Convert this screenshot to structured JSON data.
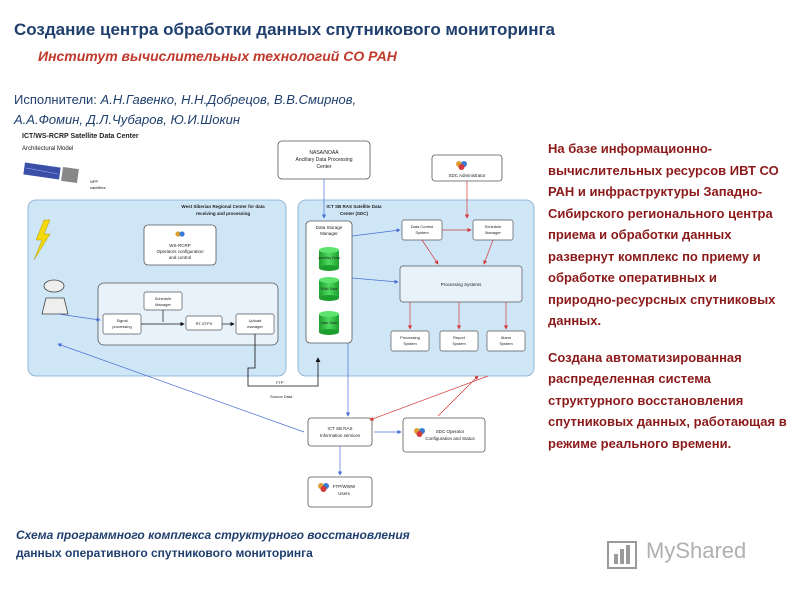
{
  "header": {
    "title": "Создание центра обработки данных спутникового мониторинга",
    "subtitle": "Институт вычислительных технологий СО РАН"
  },
  "authors": {
    "label": "Исполнители:",
    "line1": "А.Н.Гавенко, Н.Н.Добрецов, В.В.Смирнов,",
    "line2": "А.А.Фомин, Д.Л.Чубаров, Ю.И.Шокин"
  },
  "right_text": {
    "p1": "На базе информационно-вычислительных ресурсов ИВТ СО РАН и инфраструктуры Западно-Сибирского регионального центра приема и обработки данных развернут комплекс по приему и обработке оперативных и природно-ресурсных спутниковых данных.",
    "p2": "Создана автоматизированная распределенная система структурного восстановления спутниковых данных, работающая в режиме реального времени."
  },
  "caption": {
    "line1": "Схема программного комплекса структурного восстановления",
    "line2": "данных оперативного спутникового мониторинга"
  },
  "diagram": {
    "heading": "ICT/WS-RCRP Satellite Data Center",
    "subheading": "Architectural Model",
    "satellite_label_1": "NPP",
    "satellite_label_2": "satellites",
    "nasa_box_1": "NASA/NOAA",
    "nasa_box_2": "Ancillary Data Processing",
    "nasa_box_3": "Center",
    "sdc_admin": "SDC Administrator",
    "west_center_1": "West Siberian Regional Center for data",
    "west_center_2": "receiving and processing",
    "sdc_title_1": "ICT SB RAS Satellite Data",
    "sdc_title_2": "Center (SDC)",
    "ws_rcrp_1": "WS-RCRP",
    "ws_rcrp_2": "Operators configuration",
    "ws_rcrp_3": "and control",
    "data_storage_1": "Data Storage",
    "data_storage_2": "Manager",
    "db_1": "Ancillary Data",
    "db_2": "RAW Data",
    "db_3": "User Data",
    "data_control_1": "Data Control",
    "data_control_2": "System",
    "schedule_mgr_1": "Schedule",
    "schedule_mgr_2": "Manager",
    "processing_systems": "Processing Systems",
    "schedule_mgr_left_1": "Schedule",
    "schedule_mgr_left_2": "Manager",
    "signal_proc_1": "Signal",
    "signal_proc_2": "processing",
    "rt_stps": "RT-STPS",
    "upload_mgr_1": "Upload",
    "upload_mgr_2": "manager",
    "proc_system_1": "Processing",
    "proc_system_2": "System",
    "report_system_1": "Report",
    "report_system_2": "System",
    "alarm_system_1": "Alarm",
    "alarm_system_2": "System",
    "ftp": "FTP",
    "source_data": "Source Data",
    "info_services_1": "ICT SB RAS",
    "info_services_2": "Information services",
    "sdc_operator_1": "SDC Operator",
    "sdc_operator_2": "Configuration and Status",
    "ftp_users_1": "FTP/WWW",
    "ftp_users_2": "Users"
  },
  "logo": {
    "text_my": "My",
    "text_shared": "Shared"
  },
  "colors": {
    "title": "#1f3f6e",
    "subtitle": "#c0392b",
    "right_text": "#8b1a1a",
    "box_fill": "#ffffff",
    "region_fill": "#cfe6f7",
    "arrow_blue": "#4a6fd4",
    "arrow_red": "#d43a3a",
    "db_green": "#2fbf3f"
  }
}
